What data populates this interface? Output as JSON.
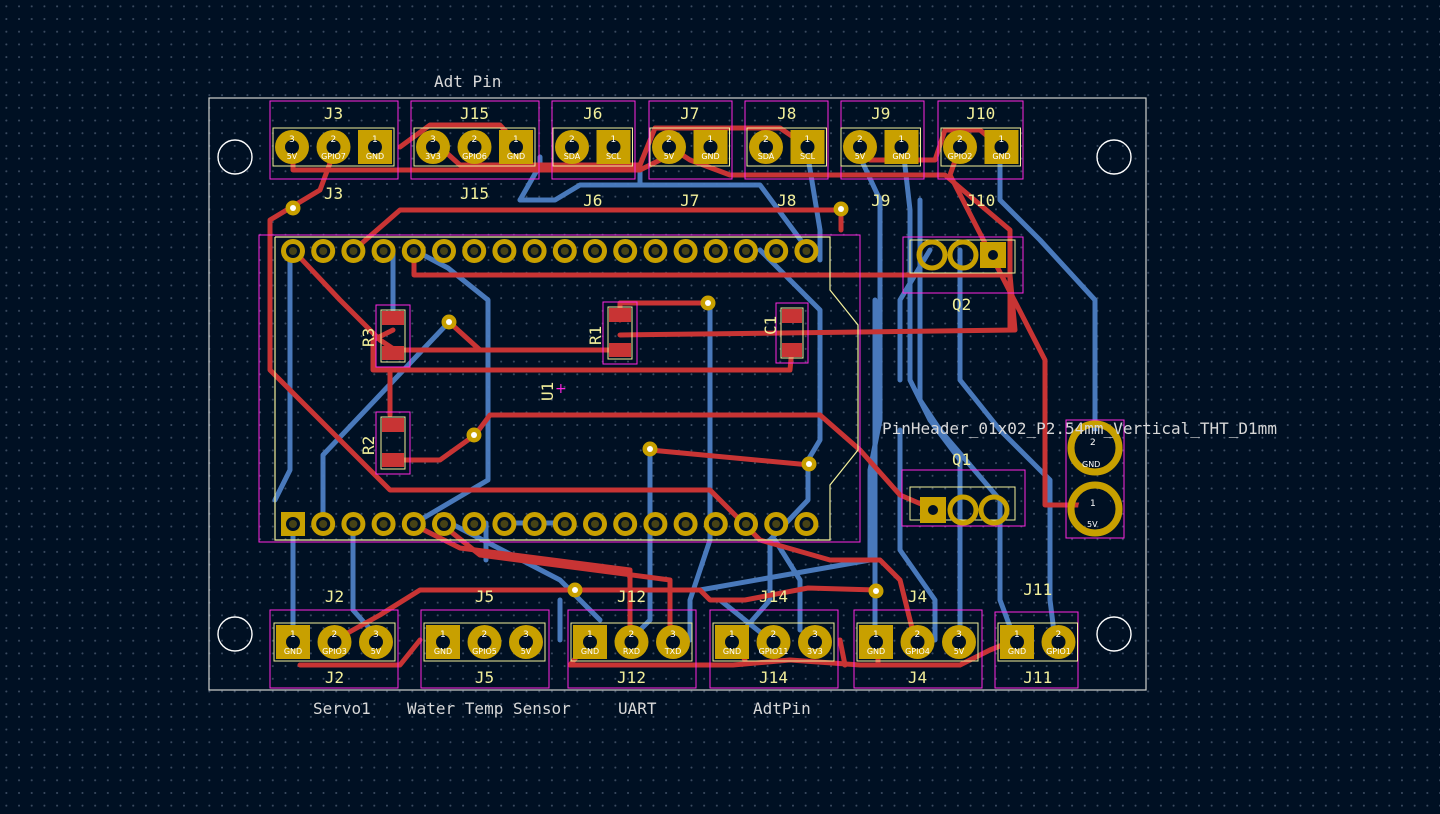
{
  "colors": {
    "background": "#001023",
    "edge_cuts": "#d0d2cd",
    "front_copper": "#c83434",
    "back_copper": "#4d7fc4",
    "pad": "#c8a000",
    "courtyard": "#ff26e2",
    "silkscreen": "#f2ef9a",
    "fab_text": "#d8d8d8"
  },
  "board_labels": {
    "adt_pin_top": "Adt Pin",
    "servo1": "Servo1",
    "water_temp_sensor": "Water Temp Sensor",
    "uart": "UART",
    "adtpin_bottom": "AdtPin",
    "pin_header_value": "PinHeader_01x02_P2.54mm_Vertical_THT_D1mm"
  },
  "footprints": {
    "J3": {
      "ref": "J3",
      "pads": [
        "5V",
        "GPIO7",
        "GND"
      ],
      "numbers": [
        "3",
        "2",
        "1"
      ]
    },
    "J15": {
      "ref": "J15",
      "pads": [
        "3V3",
        "GPIO6",
        "GND"
      ],
      "numbers": [
        "3",
        "2",
        "1"
      ]
    },
    "J6": {
      "ref": "J6",
      "pads": [
        "SDA",
        "SCL"
      ],
      "numbers": [
        "2",
        "1"
      ]
    },
    "J7": {
      "ref": "J7",
      "pads": [
        "5V",
        "GND"
      ],
      "numbers": [
        "2",
        "1"
      ]
    },
    "J8": {
      "ref": "J8",
      "pads": [
        "SDA",
        "SCL"
      ],
      "numbers": [
        "2",
        "1"
      ]
    },
    "J9": {
      "ref": "J9",
      "pads": [
        "5V",
        "GND"
      ],
      "numbers": [
        "2",
        "1"
      ]
    },
    "J10": {
      "ref": "J10",
      "pads": [
        "GPIO2",
        "GND"
      ],
      "numbers": [
        "2",
        "1"
      ]
    },
    "J2": {
      "ref": "J2",
      "pads": [
        "GND",
        "GPIO3",
        "5V"
      ],
      "numbers": [
        "1",
        "2",
        "3"
      ]
    },
    "J5": {
      "ref": "J5",
      "pads": [
        "GND",
        "GPIO5",
        "5V"
      ],
      "numbers": [
        "1",
        "2",
        "3"
      ]
    },
    "J12": {
      "ref": "J12",
      "pads": [
        "GND",
        "RXD",
        "TXD"
      ],
      "numbers": [
        "1",
        "2",
        "3"
      ]
    },
    "J14": {
      "ref": "J14",
      "pads": [
        "GND",
        "GPIO11",
        "3V3"
      ],
      "numbers": [
        "1",
        "2",
        "3"
      ]
    },
    "J4": {
      "ref": "J4",
      "pads": [
        "GND",
        "GPIO4",
        "5V"
      ],
      "numbers": [
        "1",
        "2",
        "3"
      ]
    },
    "J11": {
      "ref": "J11",
      "pads": [
        "GND",
        "GPIO1"
      ],
      "numbers": [
        "1",
        "2"
      ]
    },
    "J1": {
      "pads": [
        "GND",
        "5V"
      ],
      "numbers": [
        "2",
        "1"
      ]
    },
    "U1": {
      "ref": "U1"
    },
    "Q1": {
      "ref": "Q1"
    },
    "Q2": {
      "ref": "Q2"
    },
    "R1": {
      "ref": "R1"
    },
    "R2": {
      "ref": "R2"
    },
    "R3": {
      "ref": "R3"
    },
    "C1": {
      "ref": "C1"
    }
  }
}
